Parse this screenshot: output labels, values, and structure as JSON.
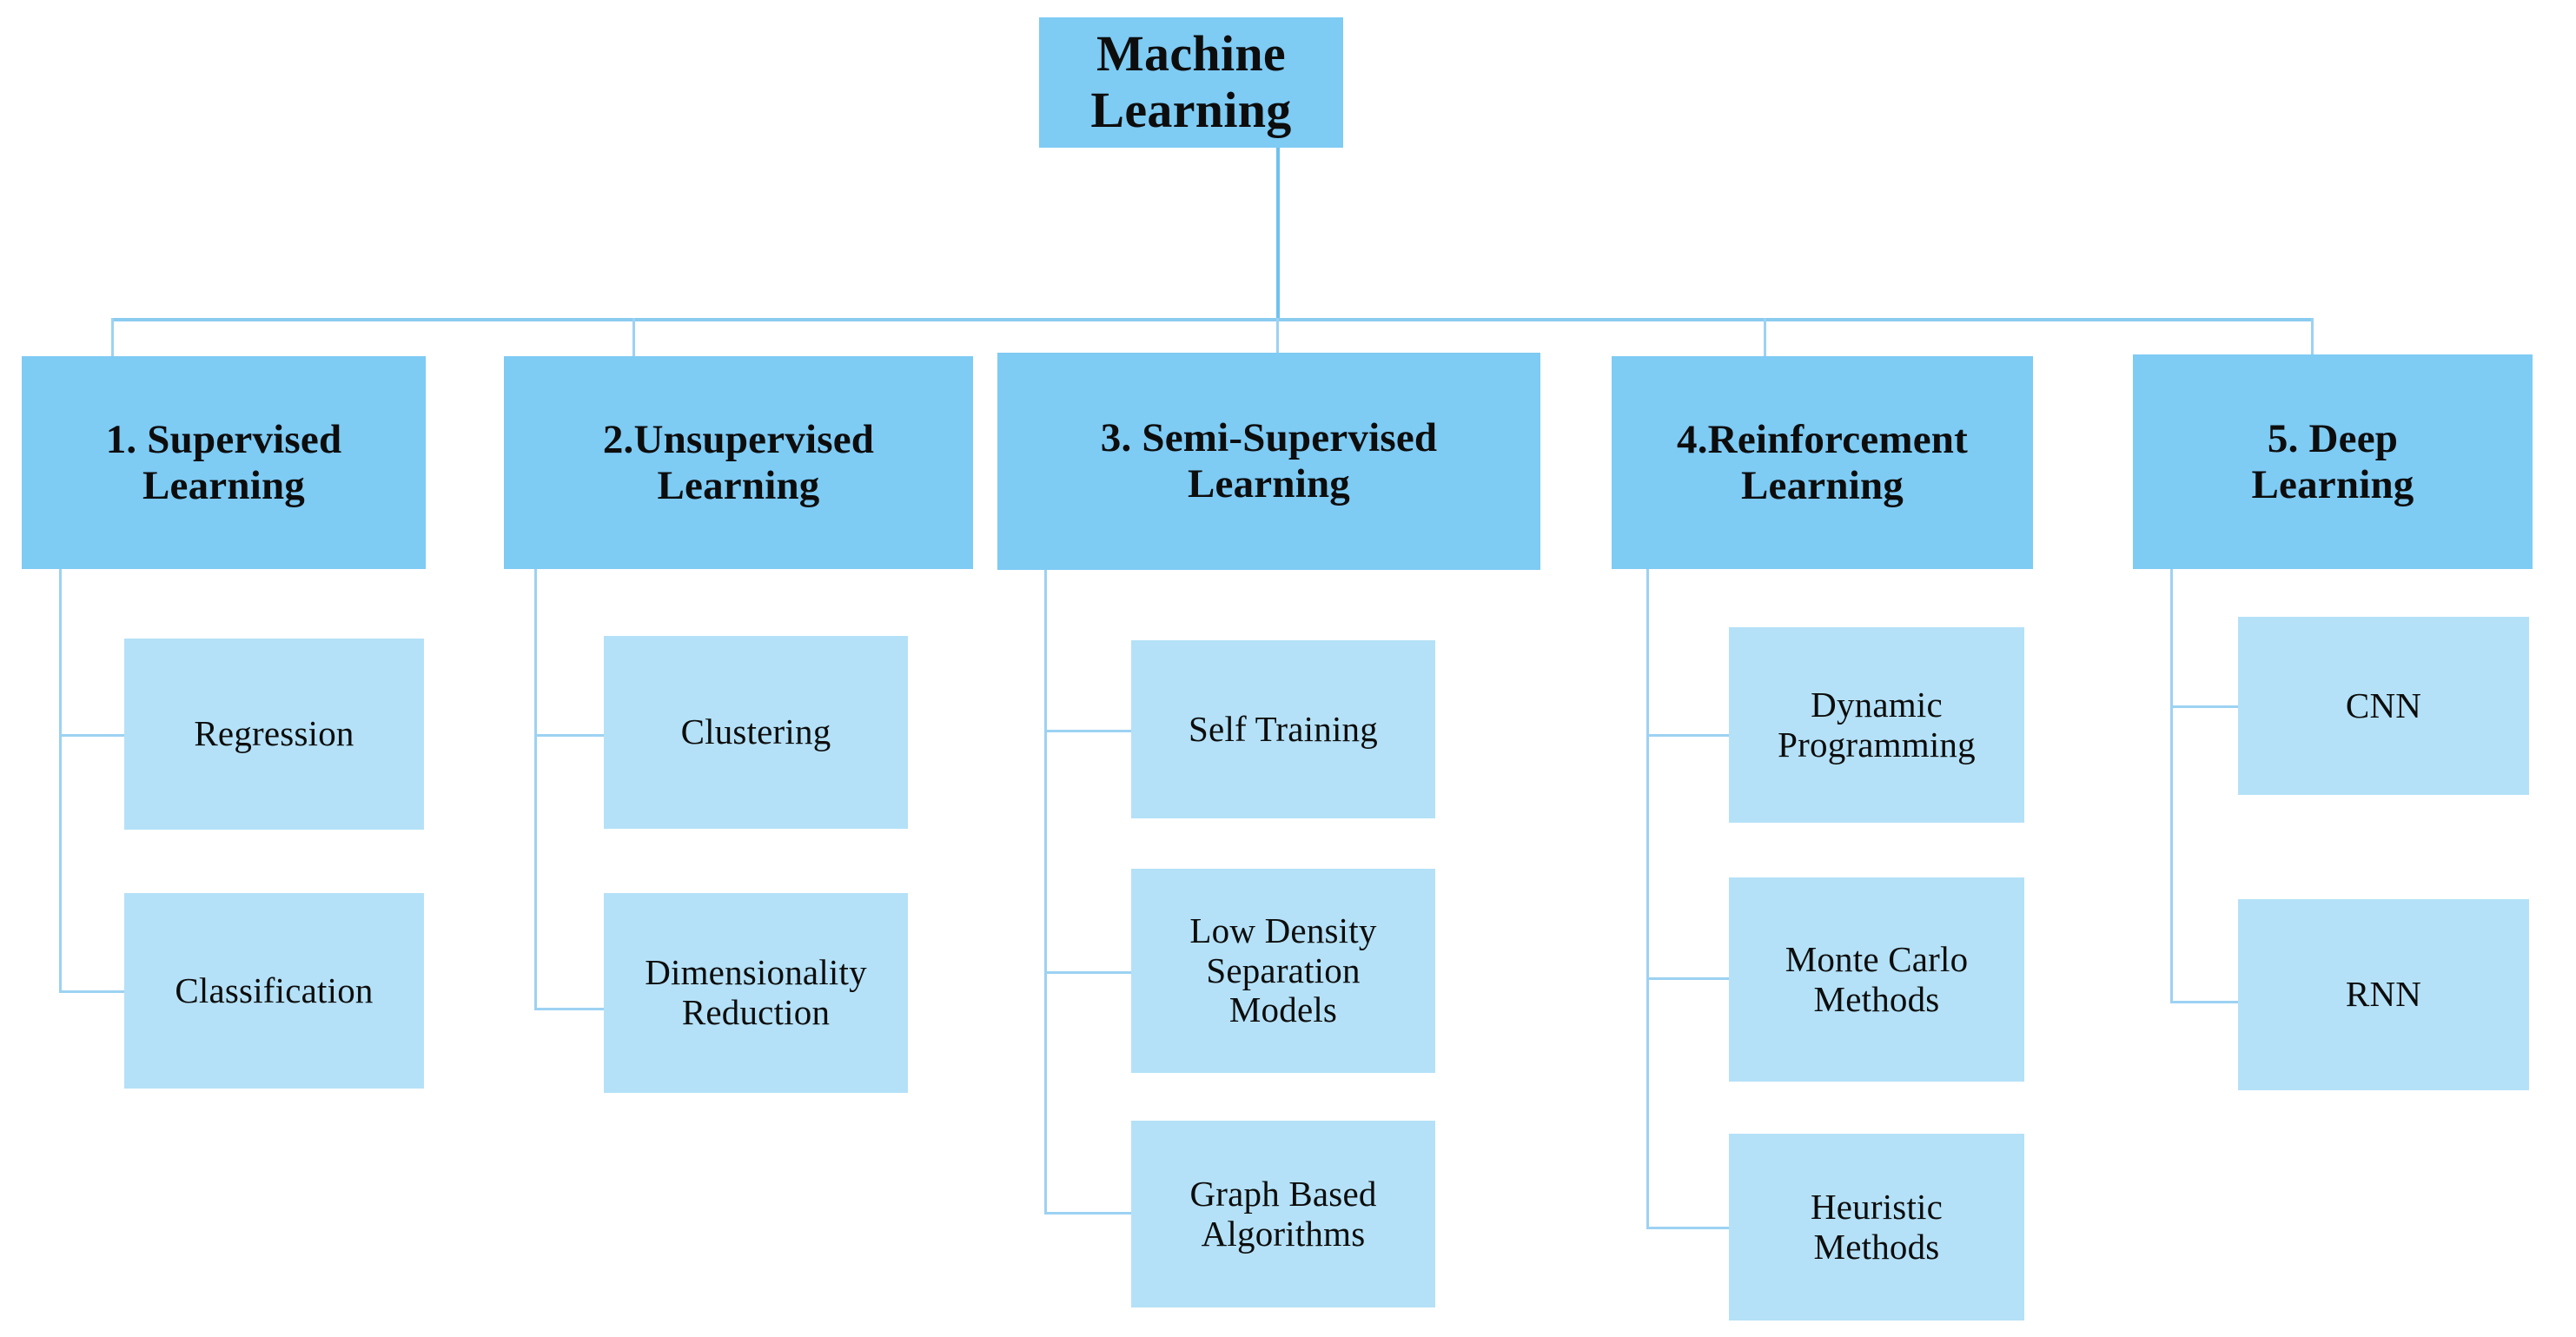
{
  "diagram": {
    "title": "Machine Learning",
    "type": "hierarchy-tree",
    "colors": {
      "root_fill": "#7ECBF4",
      "category_fill": "#7ECBF4",
      "leaf_fill": "#B4E1F7",
      "connector": "#9CD2F2",
      "text": "#0d0d0d",
      "background": "#ffffff"
    },
    "root": {
      "label": "Machine\nLearning"
    },
    "categories": [
      {
        "label": "1. Supervised\nLearning",
        "children": [
          {
            "label": "Regression"
          },
          {
            "label": "Classification"
          }
        ]
      },
      {
        "label": "2.Unsupervised\nLearning",
        "children": [
          {
            "label": "Clustering"
          },
          {
            "label": "Dimensionality\nReduction"
          }
        ]
      },
      {
        "label": "3. Semi-Supervised\nLearning",
        "children": [
          {
            "label": "Self Training"
          },
          {
            "label": "Low Density\nSeparation\nModels"
          },
          {
            "label": "Graph Based\nAlgorithms"
          }
        ]
      },
      {
        "label": "4.Reinforcement\nLearning",
        "children": [
          {
            "label": "Dynamic\nProgramming"
          },
          {
            "label": "Monte Carlo\nMethods"
          },
          {
            "label": "Heuristic\nMethods"
          }
        ]
      },
      {
        "label": "5. Deep\nLearning",
        "children": [
          {
            "label": "CNN"
          },
          {
            "label": "RNN"
          }
        ]
      }
    ]
  }
}
